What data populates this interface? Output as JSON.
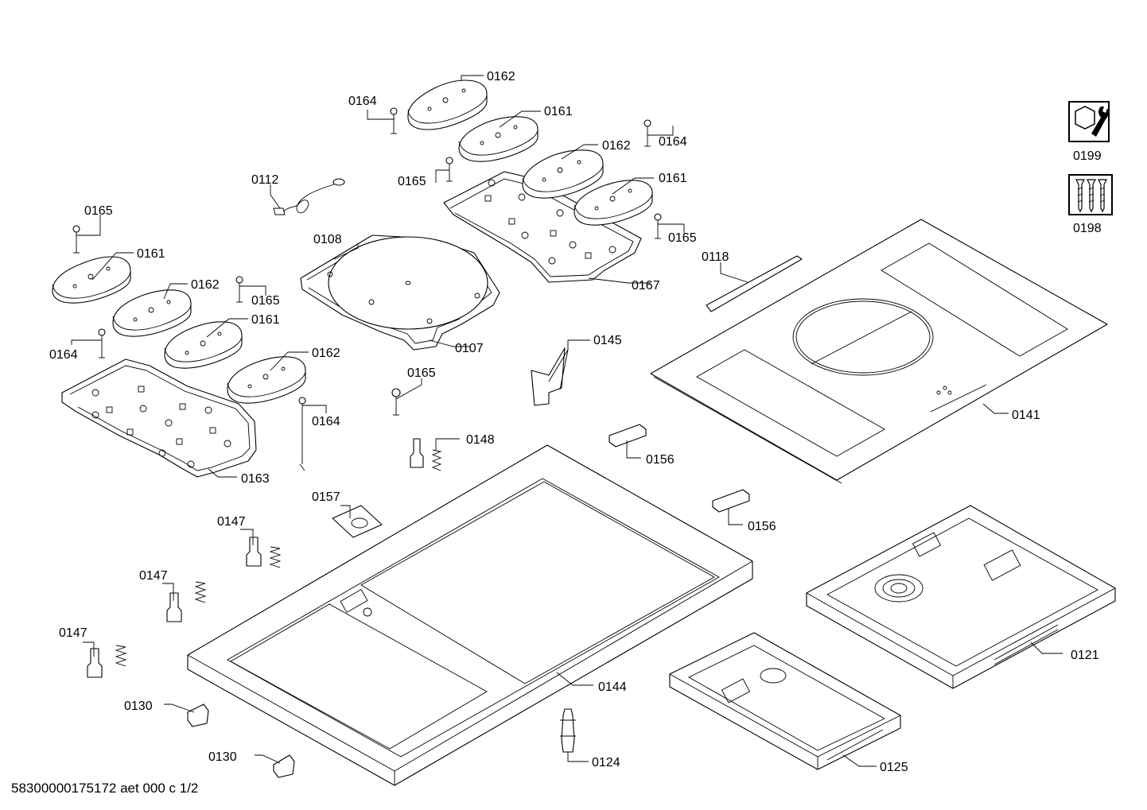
{
  "diagram": {
    "callouts": {
      "c0162_top": "0162",
      "c0164_top": "0164",
      "c0161_top": "0161",
      "c0164_right": "0164",
      "c0162_mid": "0162",
      "c0165_top": "0165",
      "c0161_mid": "0161",
      "c0165_mid": "0165",
      "c0167": "0167",
      "c0112": "0112",
      "c0108": "0108",
      "c0107": "0107",
      "c0165_left": "0165",
      "c0161_left": "0161",
      "c0162_left": "0162",
      "c0165_left2": "0165",
      "c0161_left2": "0161",
      "c0164_left": "0164",
      "c0162_left2": "0162",
      "c0164_left2": "0164",
      "c0163": "0163",
      "c0118": "0118",
      "c0145": "0145",
      "c0165_center": "0165",
      "c0148": "0148",
      "c0156_a": "0156",
      "c0141": "0141",
      "c0157": "0157",
      "c0156_b": "0156",
      "c0147_a": "0147",
      "c0147_b": "0147",
      "c0147_c": "0147",
      "c0121": "0121",
      "c0144": "0144",
      "c0130_a": "0130",
      "c0130_b": "0130",
      "c0124": "0124",
      "c0125": "0125",
      "c0199": "0199",
      "c0198": "0198"
    },
    "icons": {
      "service_tool": "wrench-nut-icon",
      "screw_set": "screws-icon"
    }
  },
  "footer": {
    "document_id": "58300000175172 aet 000 c 1/2"
  }
}
